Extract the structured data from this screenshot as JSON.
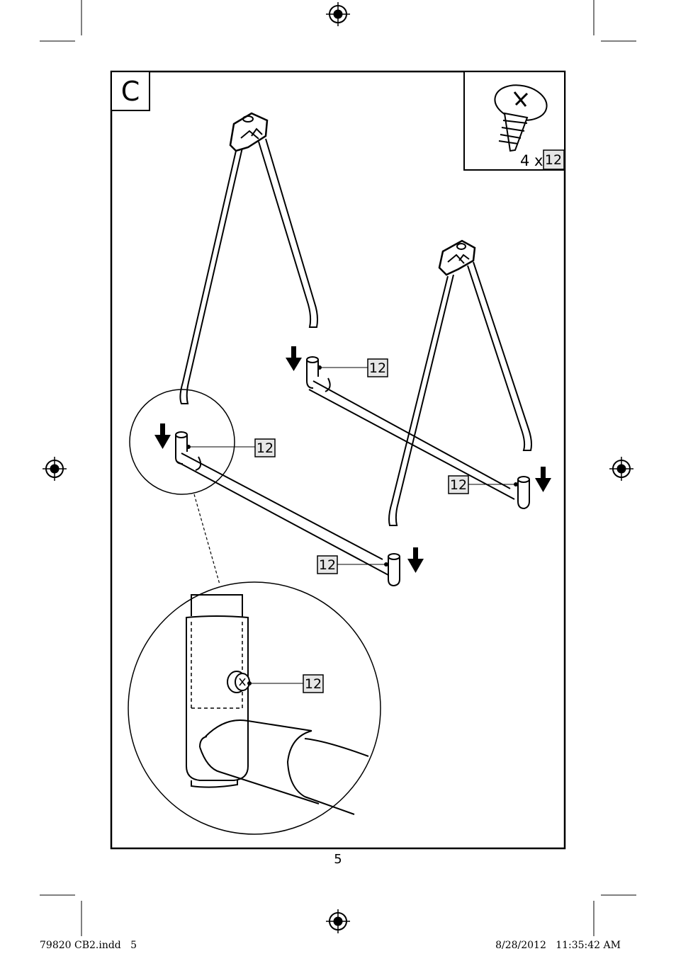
{
  "step": {
    "letter": "C"
  },
  "hardware": {
    "quantity_label": "4 x",
    "part_number": "12"
  },
  "callouts": [
    {
      "part_number": "12"
    },
    {
      "part_number": "12"
    },
    {
      "part_number": "12"
    },
    {
      "part_number": "12"
    },
    {
      "part_number": "12"
    }
  ],
  "footer": {
    "page_number": "5",
    "file_slug": "79820 CB2.indd   5",
    "timestamp": "8/28/2012   11:35:42 AM"
  }
}
